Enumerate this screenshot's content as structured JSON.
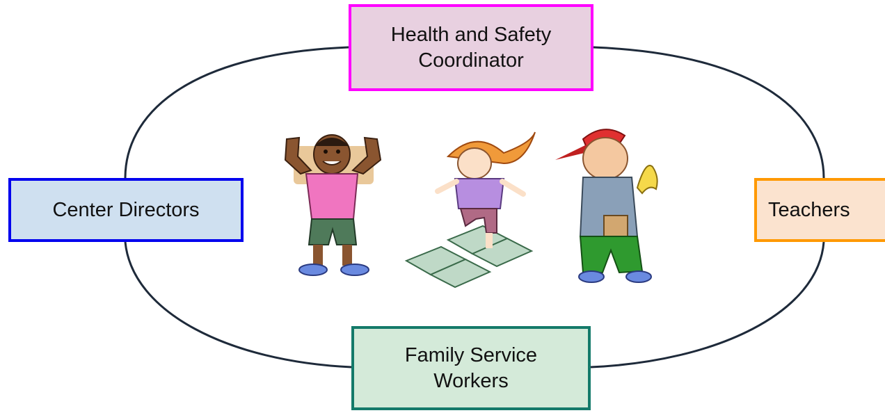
{
  "diagram": {
    "nodes": [
      {
        "id": "top",
        "label": "Health and Safety\nCoordinator",
        "border": "#ff00ff",
        "fill": "#e8d0e0"
      },
      {
        "id": "left",
        "label": "Center Directors",
        "border": "#0000ee",
        "fill": "#cfe0f0"
      },
      {
        "id": "right",
        "label": "Teachers",
        "border": "#ff9900",
        "fill": "#fbe3cf"
      },
      {
        "id": "bottom",
        "label": "Family Service\nWorkers",
        "border": "#147a6a",
        "fill": "#d4ead9"
      }
    ],
    "connector_color": "#1e2a3a",
    "illustration": {
      "figures": [
        "flexing-boy-icon",
        "hopscotch-girl-icon",
        "boy-with-banana-icon"
      ]
    }
  }
}
